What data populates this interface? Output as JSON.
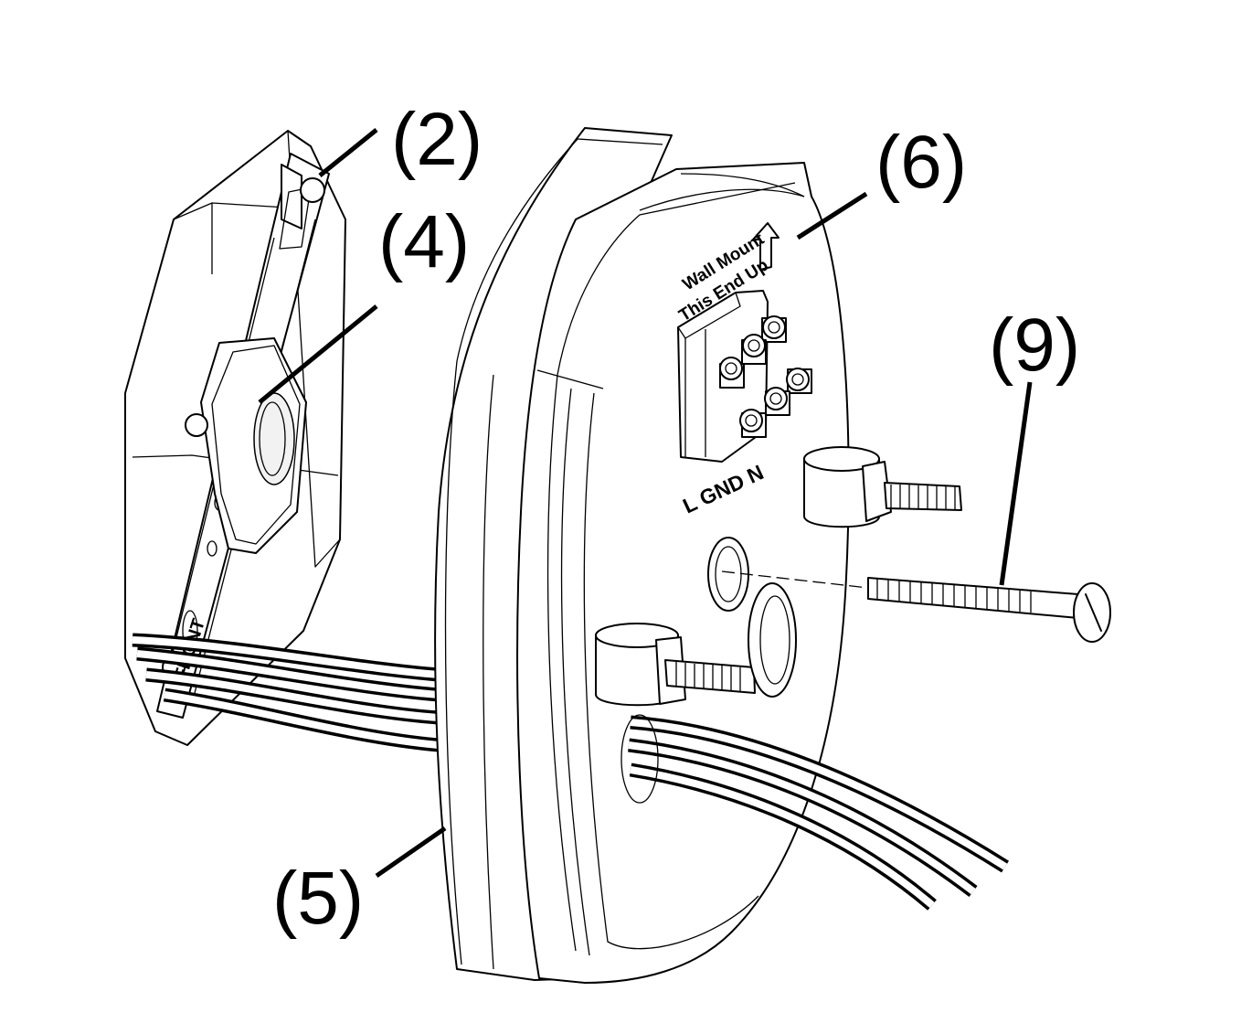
{
  "callouts": {
    "c2": "(2)",
    "c4": "(4)",
    "c5": "(5)",
    "c6": "(6)",
    "c9": "(9)"
  },
  "product_text": {
    "line1": "Wall Mount",
    "line2": "This End Up",
    "terminals": "L GND N",
    "strap_marking": "FRONT"
  },
  "colors": {
    "ink": "#000000",
    "paper": "#ffffff"
  }
}
